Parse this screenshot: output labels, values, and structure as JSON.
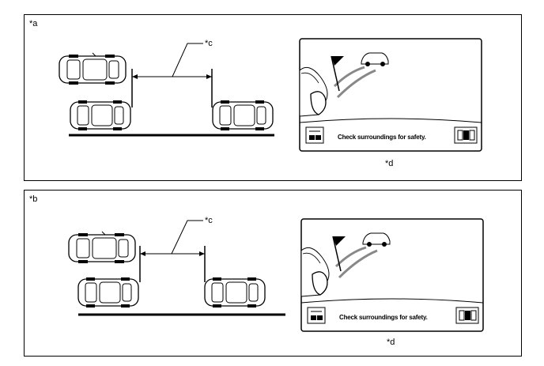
{
  "panels": [
    {
      "label": "*a",
      "distance_label": "*c",
      "screen_label": "*d",
      "screen_message": "Check surroundings for safety."
    },
    {
      "label": "*b",
      "distance_label": "*c",
      "screen_label": "*d",
      "screen_message": "Check surroundings for safety."
    }
  ],
  "icons": {
    "parking_icon": "parking-distance-icon",
    "sensor_icon": "sensor-status-icon"
  },
  "colors": {
    "line": "#000000",
    "background": "#ffffff",
    "guide": "#888888"
  }
}
